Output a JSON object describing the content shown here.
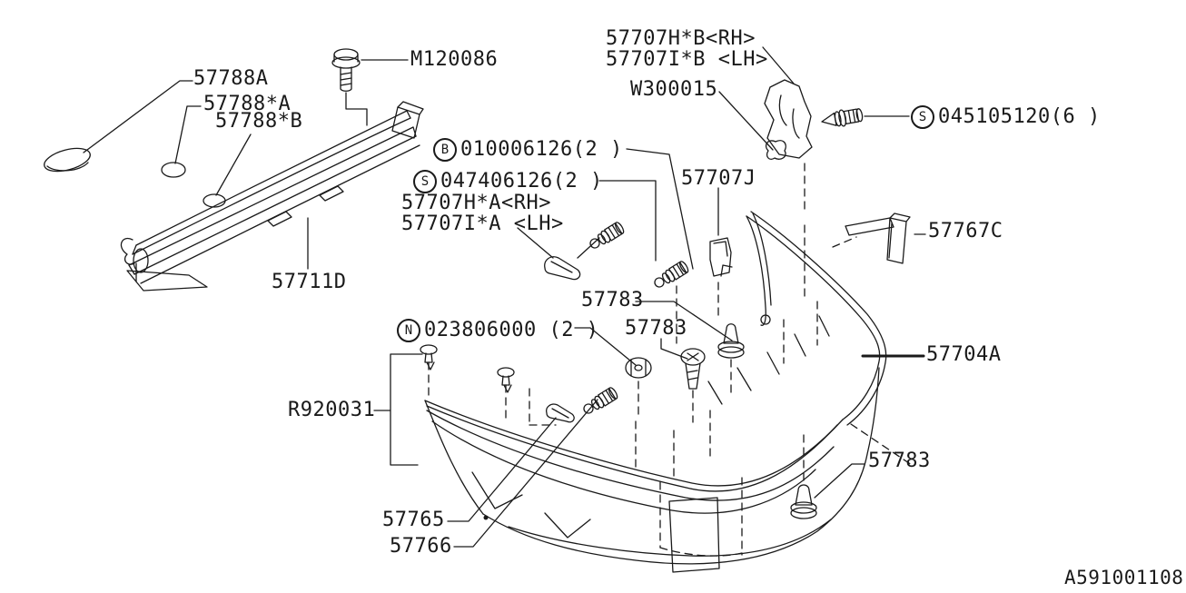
{
  "page": {
    "background_color": "#ffffff",
    "line_color": "#1a1a1a"
  },
  "diagram": {
    "type": "exploded-parts-line-drawing",
    "subject": "rear bumper assembly",
    "footer_code": "A591001108",
    "prefix_symbols": {
      "b": "B",
      "s": "S",
      "n": "N"
    },
    "part_labels": {
      "p57788A": "57788A",
      "p57788xA": "57788*A",
      "p57788xB": "57788*B",
      "m120086": "M120086",
      "p57707HB": "57707H*B<RH>",
      "p57707IB": "57707I*B <LH>",
      "w300015": "W300015",
      "s045105120": "045105120(6 )",
      "b010006126": "010006126(2 )",
      "s047406126": "047406126(2 )",
      "p57707HA": "57707H*A<RH>",
      "p57707IA": "57707I*A <LH>",
      "p57707J": "57707J",
      "p57767C": "57767C",
      "p57711D": "57711D",
      "p57783a": "57783",
      "n023806000": "023806000 (2 )",
      "p57783b": "57783",
      "p57704A": "57704A",
      "r920031": "R920031",
      "p57765": "57765",
      "p57766": "57766",
      "p57783c": "57783"
    }
  }
}
